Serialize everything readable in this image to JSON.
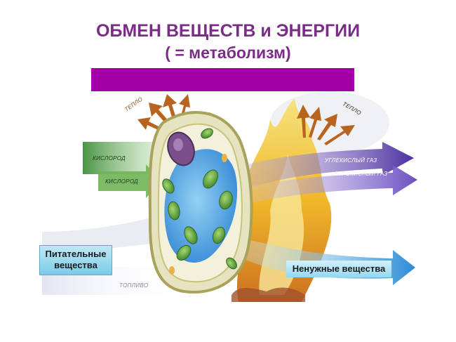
{
  "header": {
    "title": "ОБМЕН ВЕЩЕСТВ и ЭНЕРГИИ",
    "subtitle": "( = метаболизм)"
  },
  "labels": {
    "heat_left": "ТЕПЛО",
    "heat_right": "ТЕПЛО",
    "oxygen_1": "КИСЛОРОД",
    "oxygen_2": "КИСЛОРОД",
    "co2_1": "УГЛЕКИСЛЫЙ ГАЗ",
    "co2_2": "УГЛЕКИСЛЫЙ ГАЗ",
    "fuel": "ТОПЛИВО",
    "nutrients": "Питательные вещества",
    "waste": "Ненужные вещества"
  },
  "colors": {
    "title": "#7a2c86",
    "banner": "#a100a6",
    "heat_arrow": "#b8631e",
    "oxygen_arrow": "#5ea84a",
    "co2_arrow": "#5a3fa8",
    "waste_arrow": "#2f8fd6",
    "flame": "#f0b41e",
    "cell_membrane": "#c9c27a",
    "cytoplasm": "#4a9fde",
    "chloroplast": "#4e9a3a",
    "nucleus": "#6a3f7a"
  }
}
